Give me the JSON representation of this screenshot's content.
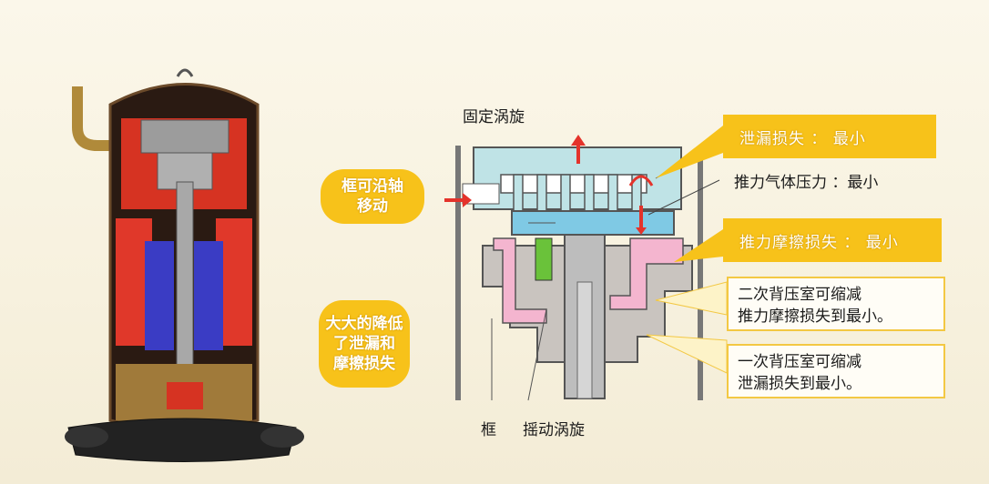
{
  "labels": {
    "fixed_scroll": "固定涡旋",
    "frame": "框",
    "orbiting_scroll": "摇动涡旋",
    "thrust_gas": "推力气体压力 ：最小"
  },
  "bubbles": {
    "axial": [
      "框可沿轴",
      "移动"
    ],
    "reduce": [
      "大大的降低",
      "了泄漏和",
      "摩擦损失"
    ]
  },
  "yellow_boxes": {
    "leak_loss": "泄漏损失 ： 最小",
    "thrust_friction": "推力摩擦损失 ： 最小"
  },
  "white_boxes": {
    "secondary": [
      "二次背压室可缩减",
      "推力摩擦损失到最小。"
    ],
    "primary": [
      "一次背压室可缩减",
      "泄漏损失到最小。"
    ]
  },
  "colors": {
    "yellow": "#f7c21a",
    "fixed_scroll": "#bfe3e6",
    "orbiting_scroll": "#7fc9e4",
    "pink": "#f4b5cf",
    "frame_gray": "#c9c4bf",
    "arrow_red": "#e4332b"
  }
}
